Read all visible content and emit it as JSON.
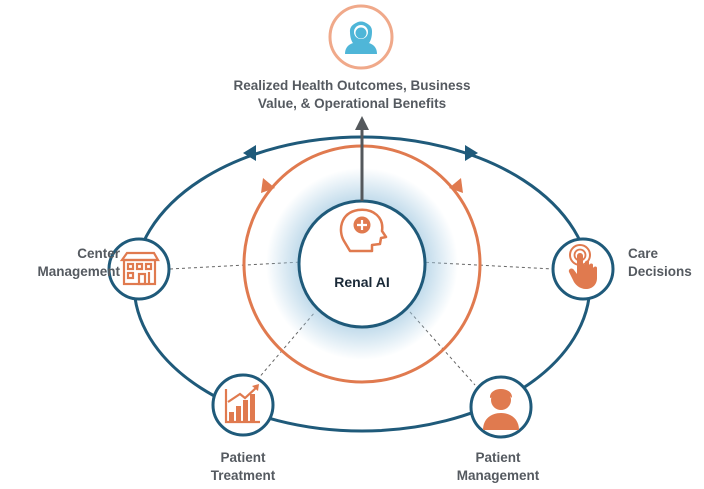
{
  "diagram": {
    "center": {
      "label": "Renal AI",
      "icon": "ai-brain-icon"
    },
    "outcome": {
      "lines": [
        "Realized Health Outcomes, Business",
        "Value, & Operational Benefits"
      ],
      "icon": "person-icon"
    },
    "nodes": [
      {
        "id": "center-management",
        "lines": [
          "Center",
          "Management"
        ],
        "icon": "building-icon"
      },
      {
        "id": "care-decisions",
        "lines": [
          "Care",
          "Decisions"
        ],
        "icon": "hand-touch-icon"
      },
      {
        "id": "patient-treatment",
        "lines": [
          "Patient",
          "Treatment"
        ],
        "icon": "bar-chart-icon"
      },
      {
        "id": "patient-management",
        "lines": [
          "Patient",
          "Management"
        ],
        "icon": "patient-icon"
      }
    ],
    "colors": {
      "navy": "#1f5a7a",
      "orange": "#e07a4f",
      "outcome_orange": "#f0a98a",
      "person_blue": "#4fb6d8",
      "arrow_gray": "#54585c",
      "glow": "#9fc7e0"
    }
  }
}
